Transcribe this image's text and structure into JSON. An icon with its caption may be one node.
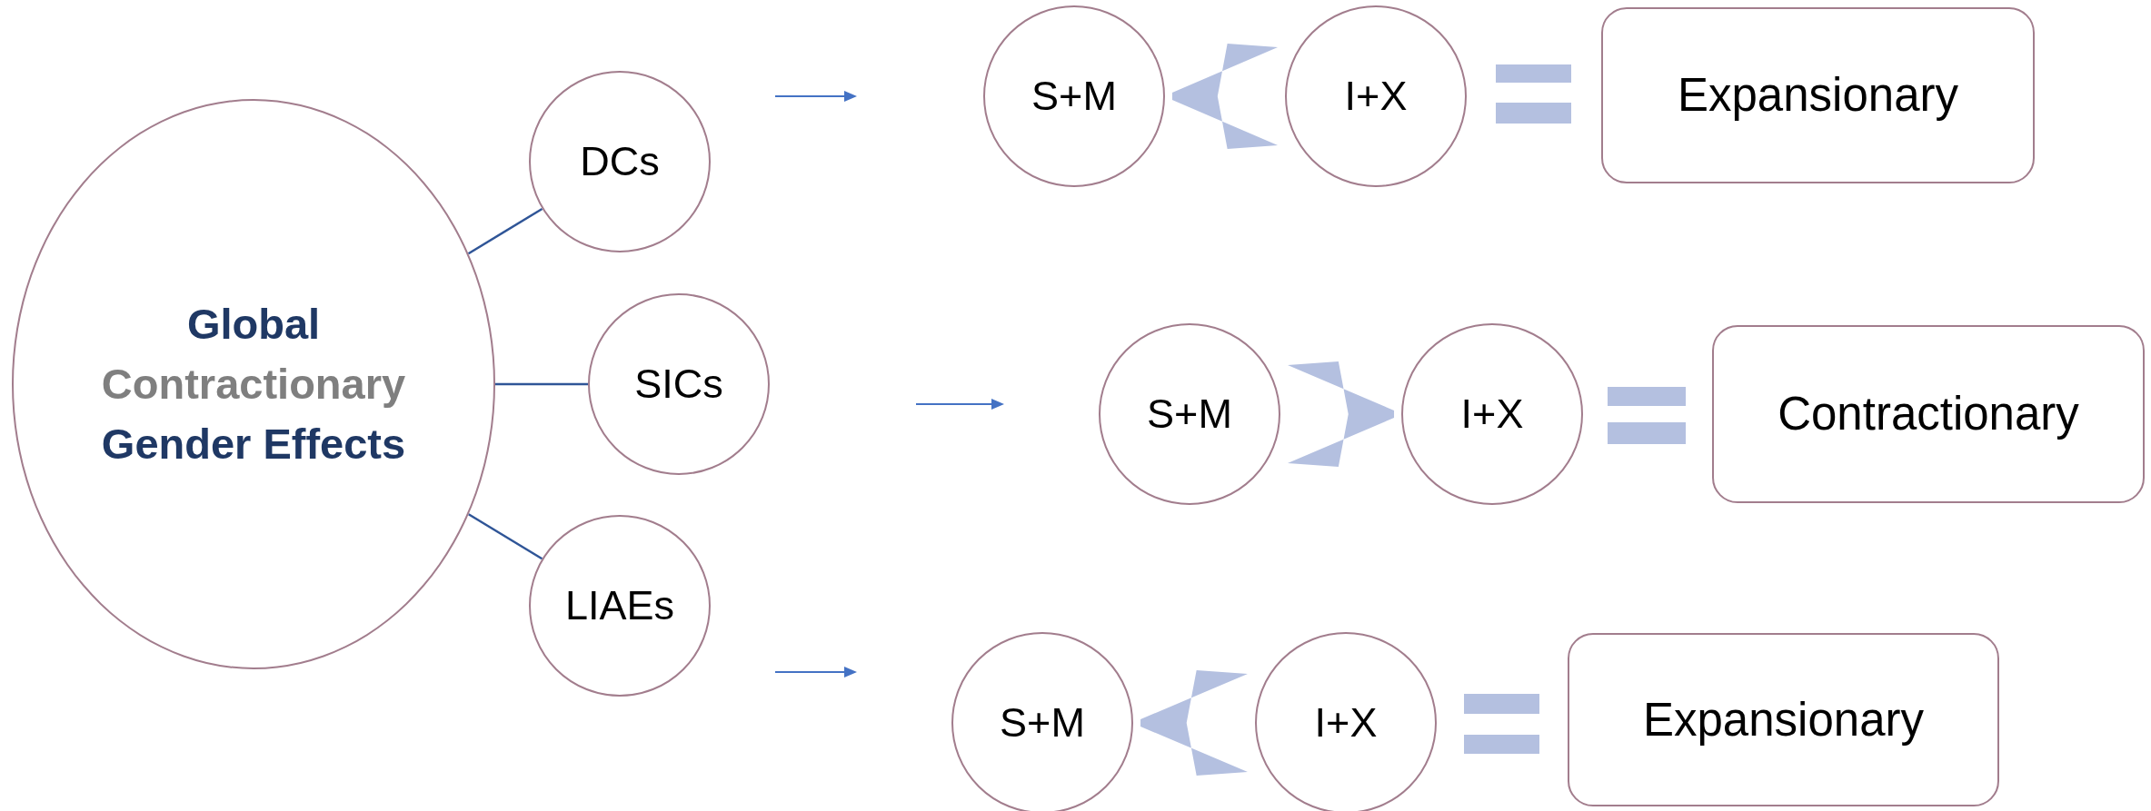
{
  "diagram": {
    "nodes": [
      {
        "text": [
          "Global",
          "Contractionary",
          "Gender Effects"
        ]
      },
      {
        "text": [
          "DCs"
        ]
      },
      {
        "text": [
          "SICs"
        ]
      },
      {
        "text": [
          "LIAEs"
        ]
      },
      {
        "text": [
          "S+M"
        ]
      },
      {
        "text": [
          "I+X"
        ]
      },
      {
        "text": [
          "Expansionary"
        ]
      },
      {
        "text": [
          "S+M"
        ]
      },
      {
        "text": [
          "I+X"
        ]
      },
      {
        "text": [
          "Contractionary"
        ]
      },
      {
        "text": [
          "S+M"
        ]
      },
      {
        "text": [
          "I+X"
        ]
      },
      {
        "text": [
          "Expansionary"
        ]
      }
    ],
    "edges": [
      {
        "from": 0,
        "to": 1,
        "arrow": "none"
      },
      {
        "from": 0,
        "to": 2,
        "arrow": "none"
      },
      {
        "from": 0,
        "to": 3,
        "arrow": "none"
      },
      {
        "from": 5,
        "to": 4,
        "arrow": "to",
        "style": "thick",
        "color": "#b4c0e0"
      },
      {
        "from": 7,
        "to": 8,
        "arrow": "to",
        "style": "thick",
        "color": "#b4c0e0"
      },
      {
        "from": 11,
        "to": 10,
        "arrow": "to",
        "style": "thick",
        "color": "#b4c0e0"
      }
    ]
  }
}
